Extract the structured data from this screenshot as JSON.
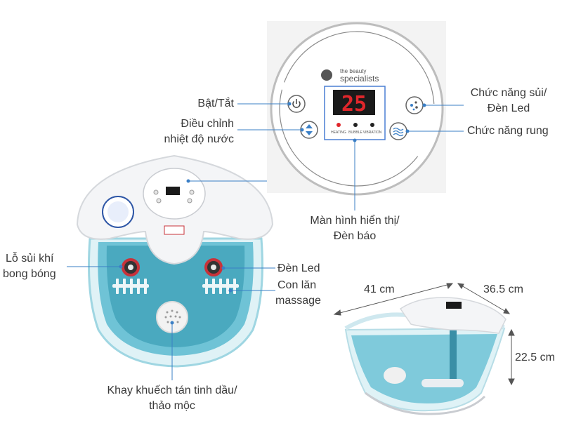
{
  "panel": {
    "brand_small": "the beauty",
    "brand_big": "specialists",
    "display_value": "25",
    "indicators": [
      "HEATING",
      "BUBBLE",
      "VIBRATION"
    ]
  },
  "labels": {
    "power": "Bật/Tắt",
    "temp_line1": "Điều chỉnh",
    "temp_line2": "nhiệt độ nước",
    "bubble_line1": "Chức năng sủi/",
    "bubble_line2": "Đèn Led",
    "vibration": "Chức năng rung",
    "display_line1": "Màn hình hiển thị/",
    "display_line2": "Đèn báo",
    "bubble_holes_line1": "Lỗ sủi khí",
    "bubble_holes_line2": "bong bóng",
    "led": "Đèn Led",
    "roller_line1": "Con lăn",
    "roller_line2": "massage",
    "tray_line1": "Khay khuếch tán tinh dầu/",
    "tray_line2": "thảo mộc"
  },
  "dimensions": {
    "length": "41 cm",
    "width": "36.5 cm",
    "height": "22.5 cm"
  },
  "colors": {
    "accent_blue": "#3a7fc6",
    "water": "#6fc3d6",
    "display_red": "#e0262b"
  }
}
